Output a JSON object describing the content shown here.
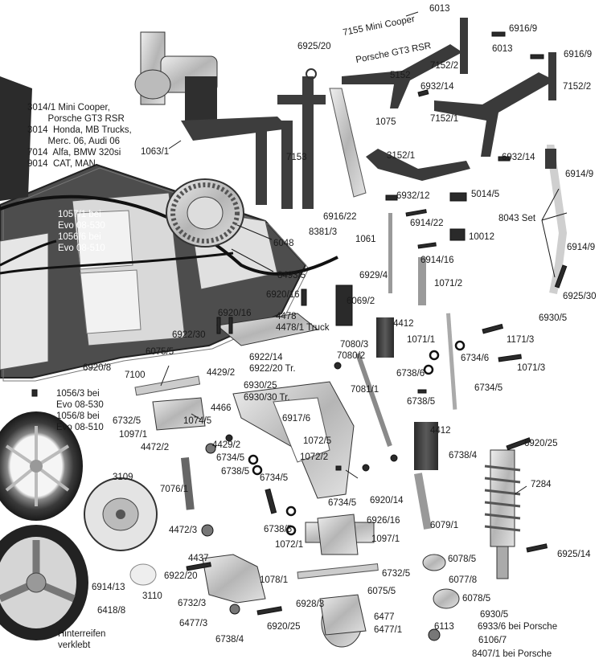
{
  "labels": {
    "n6013a": "6013",
    "n7155": "7155 Mini Cooper",
    "n6925_20": "6925/20",
    "nPorsche": "Porsche GT3 RSR",
    "n6916_9a": "6916/9",
    "n6013b": "6013",
    "n6916_9b": "6916/9",
    "n7152_2a": "7152/2",
    "n5152": "5152",
    "n6932_14a": "6932/14",
    "n7152_2b": "7152/2",
    "n7152_1": "7152/1",
    "n1075": "1075",
    "n3014_block": "3014/1 Mini Cooper,\n        Porsche GT3 RSR\n3014  Honda, MB Trucks,\n        Merc. 06, Audi 06\n7014  Alfa, BMW 320si\n9014  CAT, MAN",
    "n1063_1": "1063/1",
    "n7153": "7153",
    "n3152_1": "3152/1",
    "n6932_14b": "6932/14",
    "n6914_9a": "6914/9",
    "n6932_12": "6932/12",
    "n5014_5": "5014/5",
    "n1057_block": "1057/1 bei\nEvo 08-530\n1056/6 bei\nEvo 08-510",
    "n6916_22": "6916/22",
    "n6914_22": "6914/22",
    "n8043": "8043 Set",
    "n8381_3": "8381/3",
    "n10012": "10012",
    "n6048": "6048",
    "n1061": "1061",
    "n6914_16": "6914/16",
    "n6914_9b": "6914/9",
    "n8493_5": "8493/5",
    "n6929_4": "6929/4",
    "n1071_2": "1071/2",
    "n6920_16a": "6920/16",
    "n6069_2": "6069/2",
    "n6925_30": "6925/30",
    "n6920_16b": "6920/16",
    "n4478": "4478",
    "n4478_1": "4478/1 Truck",
    "n4412a": "4412",
    "n6930_5a": "6930/5",
    "n6922_30": "6922/30",
    "n1071_1": "1071/1",
    "n1171_3": "1171/3",
    "n6075_5a": "6075/5",
    "n6922_14": "6922/14",
    "n7080_3": "7080/3",
    "n7080_2": "7080/2",
    "n6734_6": "6734/6",
    "n6920_8": "6920/8",
    "n6922_20tr": "6922/20 Tr.",
    "n6738_6": "6738/6",
    "n1071_3": "1071/3",
    "n7100": "7100",
    "n4429_2a": "4429/2",
    "n6930_25": "6930/25",
    "n7081_1": "7081/1",
    "n6734_5a": "6734/5",
    "n6930_30": "6930/30 Tr.",
    "n6738_5a": "6738/5",
    "n1056_block": "1056/3 bei\nEvo 08-530\n1056/8 bei\nEvo 08-510",
    "n4466": "4466",
    "n6917_6": "6917/6",
    "n6732_5a": "6732/5",
    "n1074_5": "1074/5",
    "n1097_1a": "1097/1",
    "n4412b": "4412",
    "n4472_2": "4472/2",
    "n1072_5": "1072/5",
    "n4429_2b": "4429/2",
    "n6920_25a": "6920/25",
    "n6734_5b": "6734/5",
    "n1072_2": "1072/2",
    "n6738_4a": "6738/4",
    "n6738_5b": "6738/5",
    "n3109": "3109",
    "n6734_5c": "6734/5",
    "n7284": "7284",
    "n7076_1": "7076/1",
    "n6920_14": "6920/14",
    "n6734_5d": "6734/5",
    "n6926_16": "6926/16",
    "n4472_3": "4472/3",
    "n6079_1": "6079/1",
    "n6738_5c": "6738/5",
    "n1097_1b": "1097/1",
    "n1072_1": "1072/1",
    "n6925_14": "6925/14",
    "n4437": "4437",
    "n6078_5a": "6078/5",
    "n6732_5b": "6732/5",
    "n6914_13": "6914/13",
    "n6922_20": "6922/20",
    "n1078_1": "1078/1",
    "n6077_8": "6077/8",
    "n3110": "3110",
    "n6075_5b": "6075/5",
    "n6078_5b": "6078/5",
    "n6732_3": "6732/3",
    "n6928_3": "6928/3",
    "n6418_8": "6418/8",
    "n6477": "6477",
    "n6930_5b": "6930/5",
    "n6477_3": "6477/3",
    "n6477_1": "6477/1",
    "n6113": "6113",
    "n6933_6": "6933/6 bei Porsche",
    "n6920_25b": "6920/25",
    "n6738_4b": "6738/4",
    "n6106_7": "6106/7",
    "n8407_1": "8407/1 bei Porsche",
    "nHinter": "Hinterreifen\nverklebt"
  },
  "colors": {
    "metal": "#c8c8c8",
    "metal_dark": "#7a7a7a",
    "plastic": "#3a3a3a",
    "carbon": "#4a4a4a",
    "ink": "#1a1a1a"
  }
}
